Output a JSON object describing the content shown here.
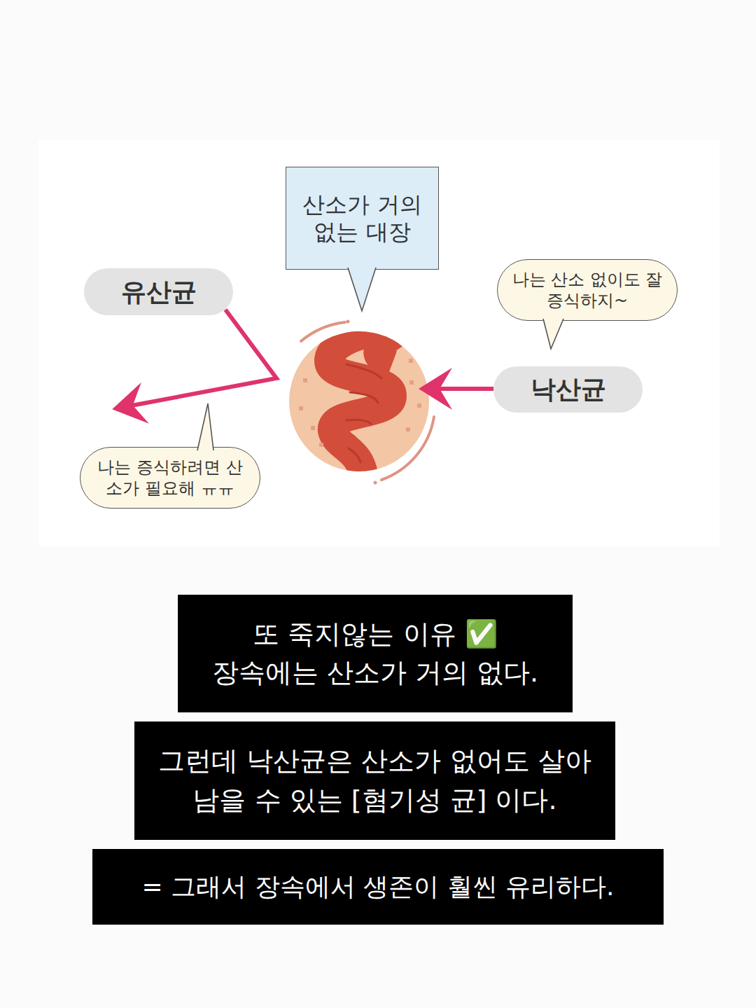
{
  "diagram": {
    "nodes": [
      {
        "text": [
          "산소가 거의 없는 대장"
        ]
      },
      {
        "text": [
          "유산균"
        ]
      },
      {
        "text": [
          "나는 산소 없이도 잘 증식하지~"
        ]
      },
      {
        "text": [
          "낙산균"
        ]
      },
      {
        "text": [
          "나는 증식하려면 산소가 필요해 ㅠㅠ"
        ]
      },
      {
        "text": [
          "또 죽지않는 이유 ✅",
          "장속에는 산소가 거의 없다."
        ]
      },
      {
        "text": [
          "그런데 낙산균은 산소가 없어도 살아남을 수 있는 [혐기성 균] 이다."
        ]
      },
      {
        "text": [
          "= 그래서 장속에서 생존이 훨씬 유리하다."
        ]
      }
    ]
  }
}
